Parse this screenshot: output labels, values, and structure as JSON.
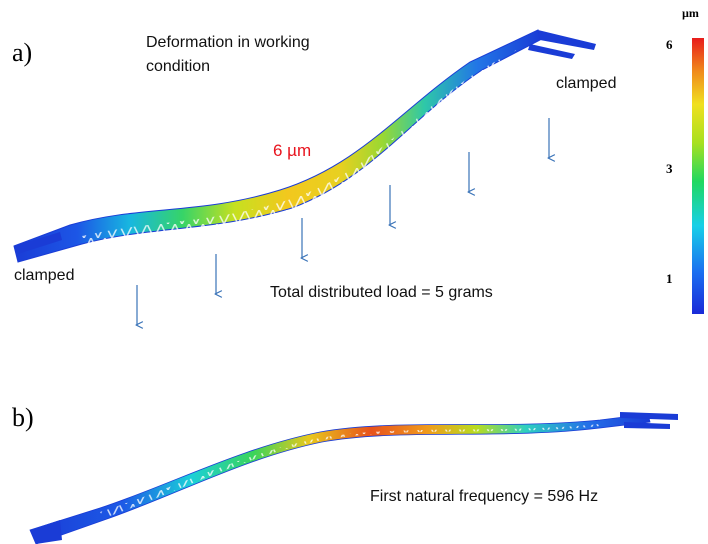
{
  "panel_a": {
    "label": "a)",
    "title_line1": "Deformation in working",
    "title_line2": "condition",
    "clamped_right": "clamped",
    "clamped_left": "clamped",
    "max_label": "6 µm",
    "load_text": "Total distributed load = 5 grams"
  },
  "panel_b": {
    "label": "b)",
    "frequency_text": "First natural frequency = 596 Hz"
  },
  "colorbar": {
    "unit": "µm",
    "ticks": [
      "6",
      "3",
      "1"
    ]
  },
  "colors": {
    "max_label": "#e8141e",
    "arrow": "#3a73b8"
  }
}
